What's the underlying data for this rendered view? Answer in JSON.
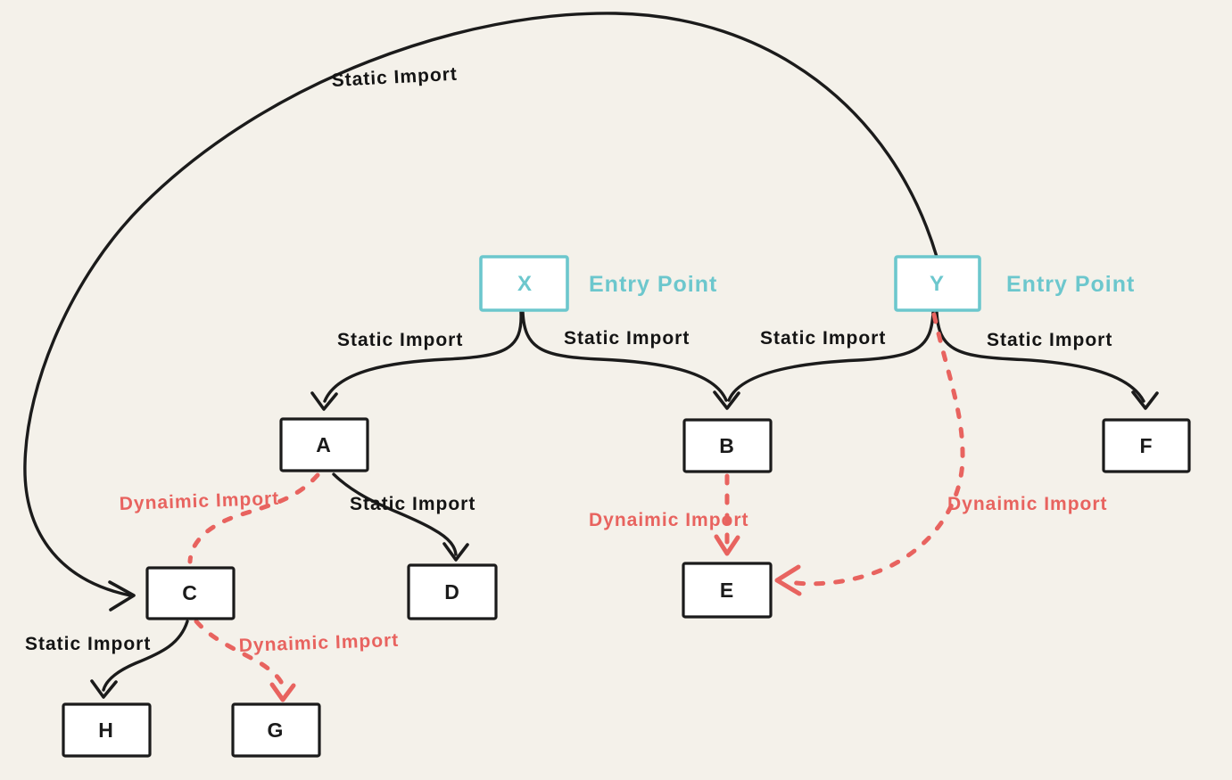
{
  "diagram": {
    "background_color": "#f4f1ea",
    "colors": {
      "entry_accent": "#6cc7cd",
      "static_import_line": "#1b1b1b",
      "dynamic_import_line": "#e8635f",
      "node_fill": "#ffffff"
    },
    "entry_points": [
      {
        "id": "X",
        "label": "X",
        "caption": "Entry Point"
      },
      {
        "id": "Y",
        "label": "Y",
        "caption": "Entry Point"
      }
    ],
    "nodes": [
      {
        "id": "A",
        "label": "A"
      },
      {
        "id": "B",
        "label": "B"
      },
      {
        "id": "F",
        "label": "F"
      },
      {
        "id": "C",
        "label": "C"
      },
      {
        "id": "D",
        "label": "D"
      },
      {
        "id": "E",
        "label": "E"
      },
      {
        "id": "H",
        "label": "H"
      },
      {
        "id": "G",
        "label": "G"
      }
    ],
    "edges": [
      {
        "from": "Y",
        "to": "C",
        "type": "static",
        "label": "Static Import"
      },
      {
        "from": "X",
        "to": "A",
        "type": "static",
        "label": "Static Import"
      },
      {
        "from": "X",
        "to": "B",
        "type": "static",
        "label": "Static Import"
      },
      {
        "from": "Y",
        "to": "B",
        "type": "static",
        "label": "Static Import"
      },
      {
        "from": "Y",
        "to": "F",
        "type": "static",
        "label": "Static Import"
      },
      {
        "from": "A",
        "to": "C",
        "type": "dynamic",
        "label": "Dynaimic Import"
      },
      {
        "from": "A",
        "to": "D",
        "type": "static",
        "label": "Static Import"
      },
      {
        "from": "B",
        "to": "E",
        "type": "dynamic",
        "label": "Dynaimic Import"
      },
      {
        "from": "Y",
        "to": "E",
        "type": "dynamic",
        "label": "Dynaimic Import"
      },
      {
        "from": "C",
        "to": "H",
        "type": "static",
        "label": "Static Import"
      },
      {
        "from": "C",
        "to": "G",
        "type": "dynamic",
        "label": "Dynaimic Import"
      }
    ]
  }
}
